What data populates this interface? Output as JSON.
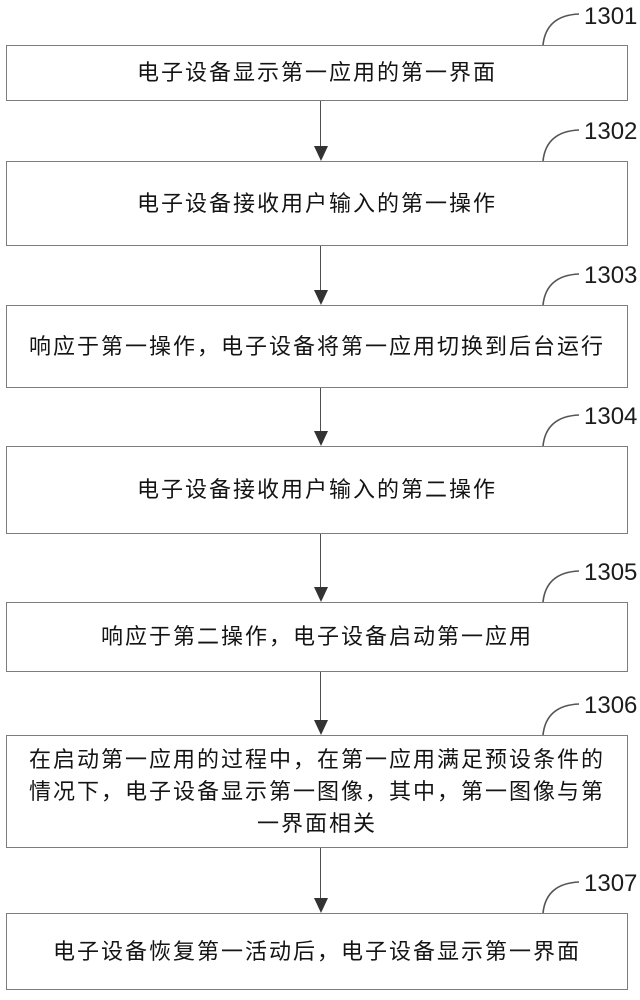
{
  "figure": {
    "type": "flowchart",
    "direction": "top-down",
    "colors": {
      "background": "#ffffff",
      "box_border": "#7d7d7d",
      "box_fill": "#ffffff",
      "text": "#141414",
      "arrow": "#4f4f4f",
      "ref_label": "#1c1c1c"
    }
  },
  "steps": [
    {
      "ref": "1301",
      "text": "电子设备显示第一应用的第一界面"
    },
    {
      "ref": "1302",
      "text": "电子设备接收用户输入的第一操作"
    },
    {
      "ref": "1303",
      "text": "响应于第一操作，电子设备将第一应用切换到后台运行"
    },
    {
      "ref": "1304",
      "text": "电子设备接收用户输入的第二操作"
    },
    {
      "ref": "1305",
      "text": "响应于第二操作，电子设备启动第一应用"
    },
    {
      "ref": "1306",
      "text": "在启动第一应用的过程中，在第一应用满足预设条件的情况下，电子设备显示第一图像，其中，第一图像与第一界面相关"
    },
    {
      "ref": "1307",
      "text": "电子设备恢复第一活动后，电子设备显示第一界面"
    }
  ]
}
